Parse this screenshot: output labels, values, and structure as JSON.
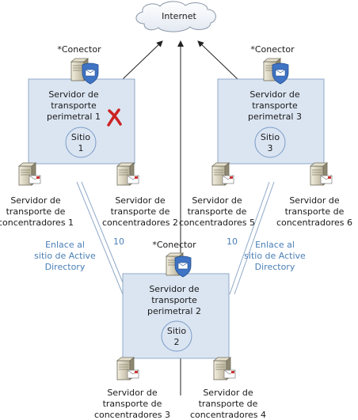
{
  "internet": {
    "label": "Internet"
  },
  "connectors": [
    {
      "label": "*Conector"
    },
    {
      "label": "*Conector"
    },
    {
      "label": "*Conector"
    }
  ],
  "sites": [
    {
      "edge_line1": "Servidor de",
      "edge_line2": "transporte",
      "edge_line3": "perimetral 1",
      "site_line1": "Sitio",
      "site_line2": "1",
      "status": "failed"
    },
    {
      "edge_line1": "Servidor de",
      "edge_line2": "transporte",
      "edge_line3": "perimetral 3",
      "site_line1": "Sitio",
      "site_line2": "3"
    },
    {
      "edge_line1": "Servidor de",
      "edge_line2": "transporte",
      "edge_line3": "perimetral 2",
      "site_line1": "Sitio",
      "site_line2": "2"
    }
  ],
  "hubs": [
    {
      "line1": "Servidor de",
      "line2": "transporte de",
      "line3": "concentradores 1"
    },
    {
      "line1": "Servidor de",
      "line2": "transporte de",
      "line3": "concentradores 2"
    },
    {
      "line1": "Servidor de",
      "line2": "transporte de",
      "line3": "concentradores 5"
    },
    {
      "line1": "Servidor de",
      "line2": "transporte de",
      "line3": "concentradores 6"
    },
    {
      "line1": "Servidor de",
      "line2": "transporte de",
      "line3": "concentradores 3"
    },
    {
      "line1": "Servidor de",
      "line2": "transporte de",
      "line3": "concentradores 4"
    }
  ],
  "links": [
    {
      "line1": "Enlace al",
      "line2": "sitio de Active",
      "line3": "Directory",
      "cost": "10"
    },
    {
      "line1": "Enlace al",
      "line2": "sitio de Active",
      "line3": "Directory",
      "cost": "10"
    }
  ],
  "colors": {
    "site_fill": "#dbe5f2",
    "link_text": "#4a7fb6",
    "fail_mark": "#cc2222"
  }
}
